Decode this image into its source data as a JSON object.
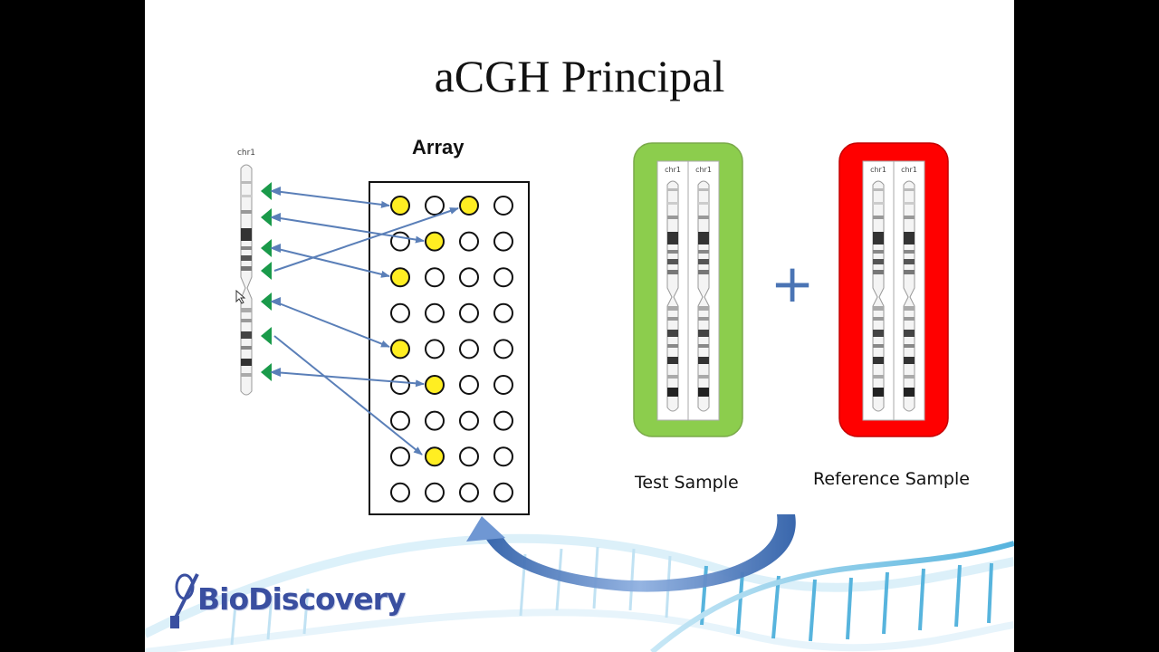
{
  "slide": {
    "title": "aCGH Principal",
    "array_label": "Array",
    "test_sample_label": "Test Sample",
    "reference_sample_label": "Reference Sample",
    "chromosome_label": "chr1",
    "plus_sign": "+",
    "logo_text": "BioDiscovery"
  },
  "colors": {
    "test_sample_box": "#8ccd4d",
    "reference_sample_box": "#ff0000",
    "arrow": "#5a7fb8",
    "chromosome_marker": "#1a9a4a",
    "spot_hybridized": "#ffee22",
    "plus": "#4a74b4"
  },
  "array_spots": {
    "rows": 9,
    "cols": 4,
    "hybridized": [
      [
        0,
        0
      ],
      [
        0,
        2
      ],
      [
        1,
        1
      ],
      [
        2,
        0
      ],
      [
        4,
        0
      ],
      [
        5,
        1
      ],
      [
        7,
        1
      ]
    ]
  }
}
